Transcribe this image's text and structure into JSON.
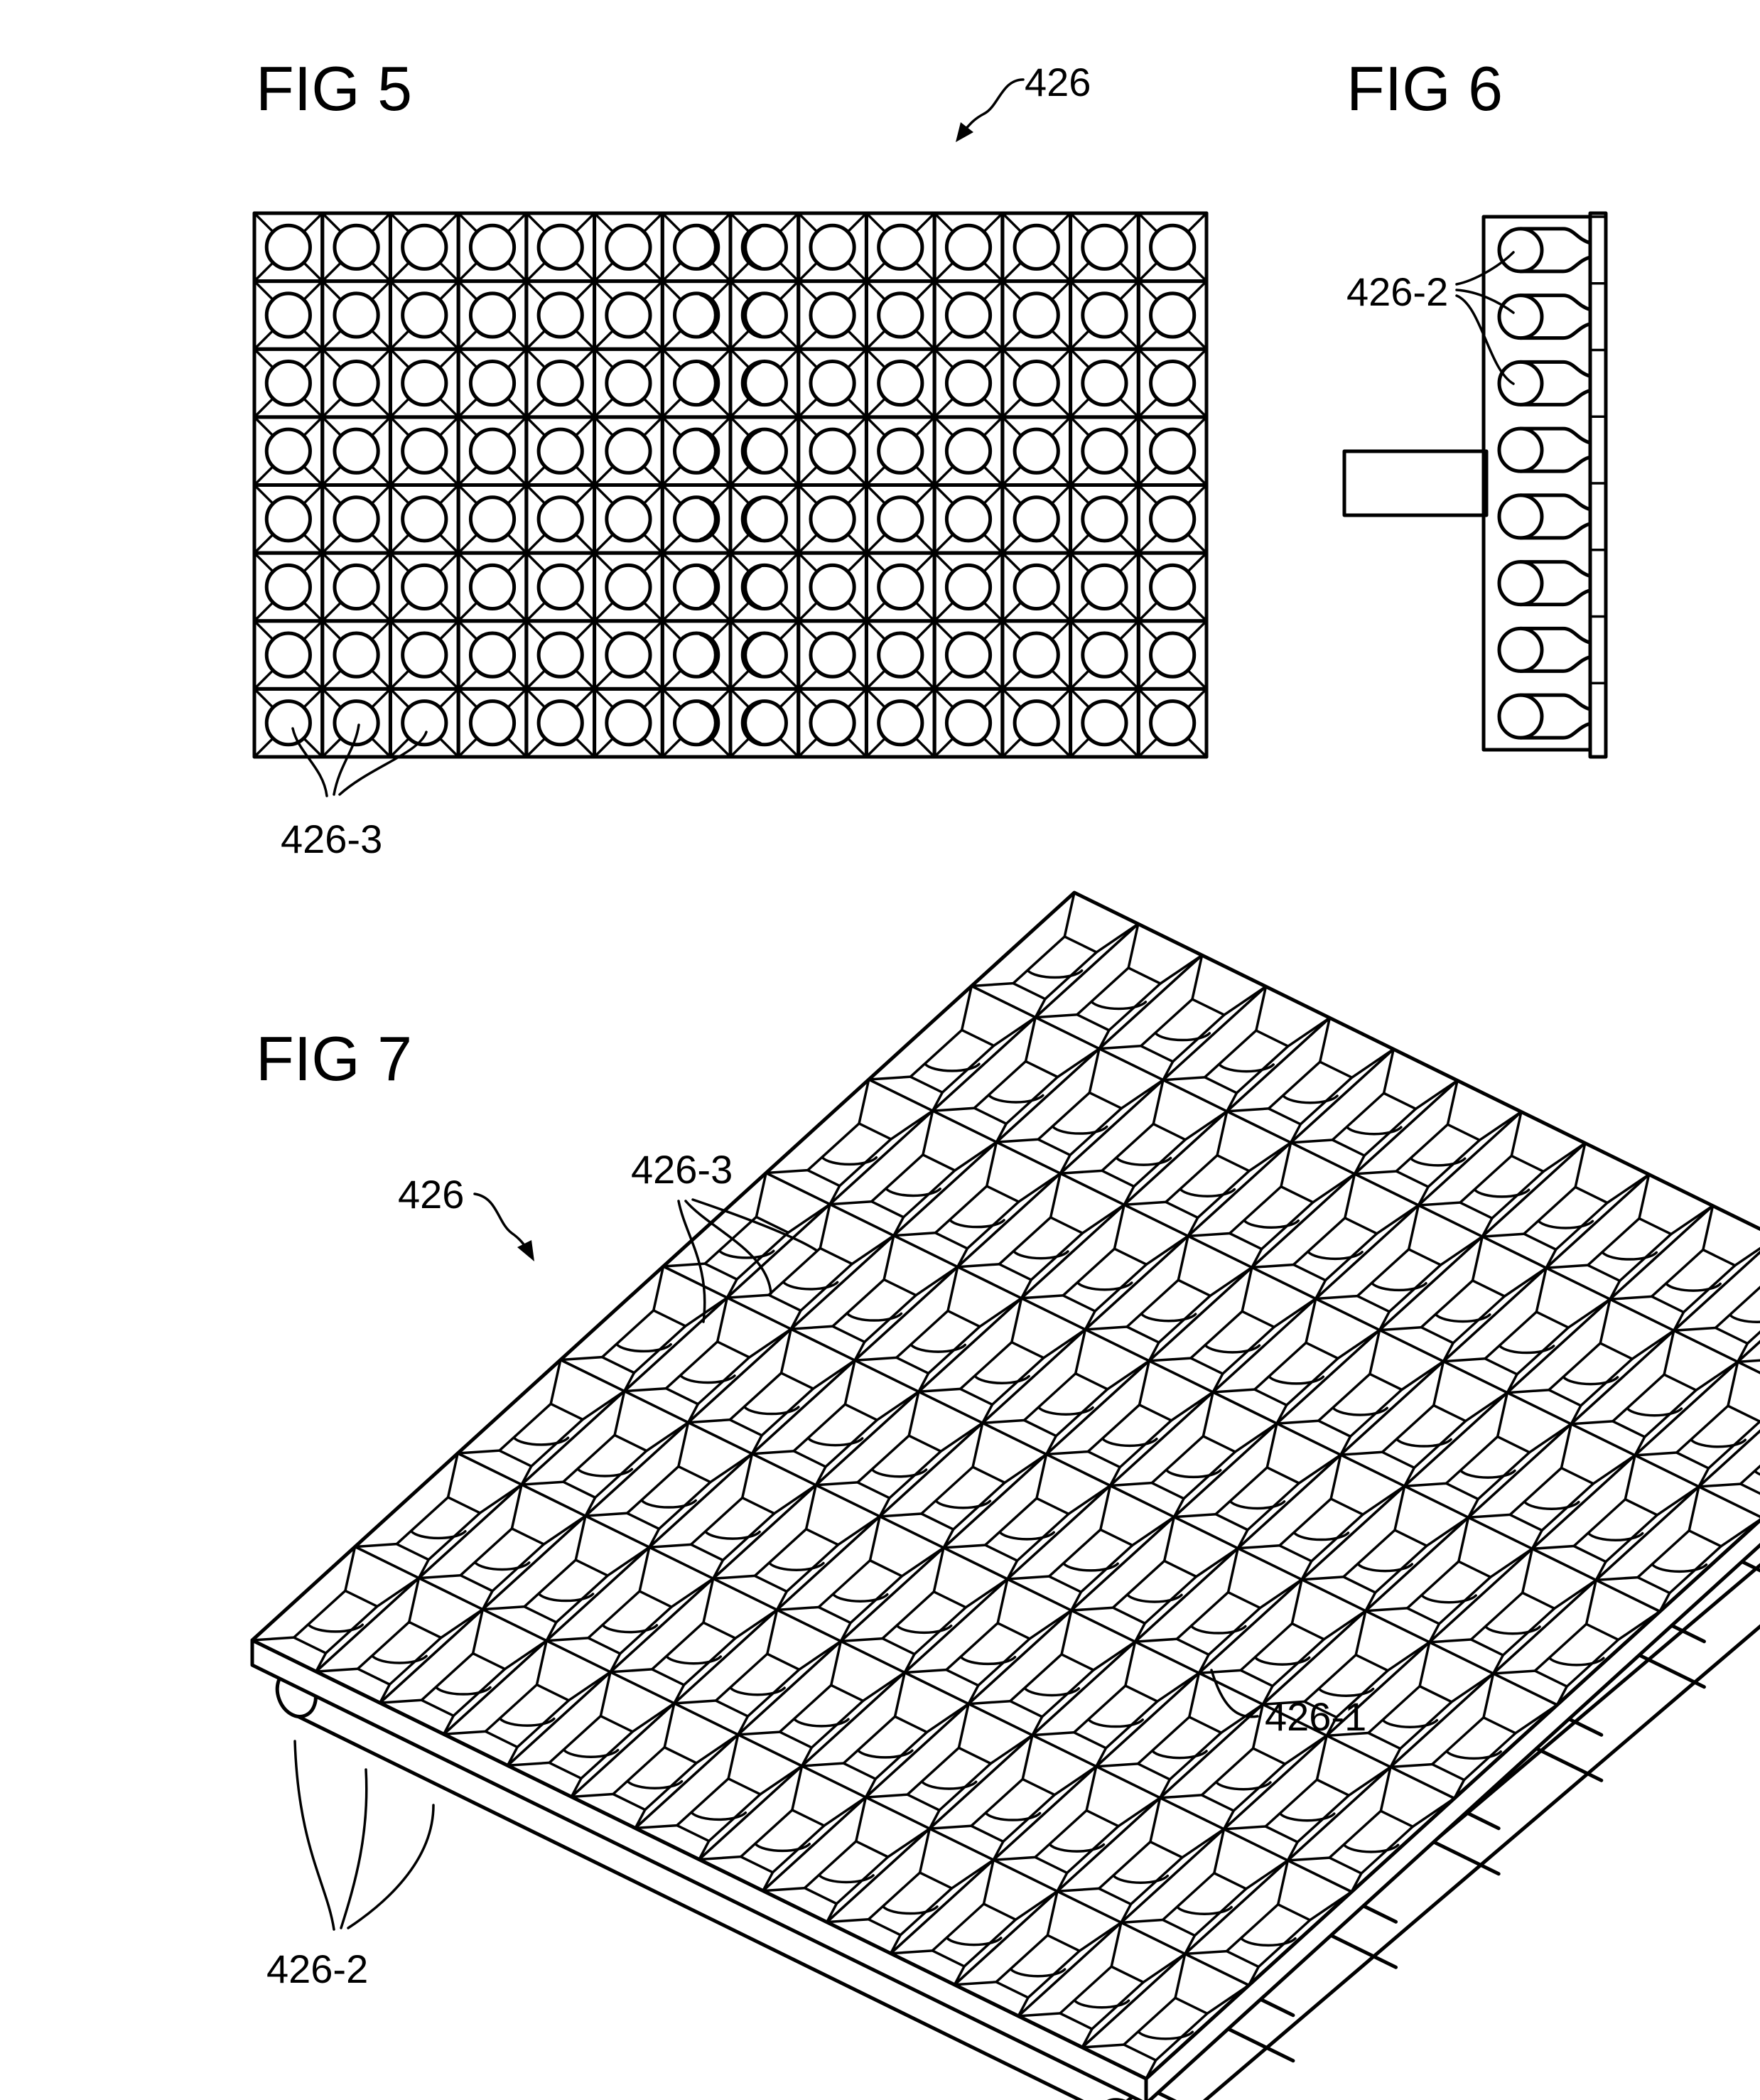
{
  "figures": {
    "fig5": {
      "title": "FIG 5",
      "ref_main": "426",
      "ref_cells": "426-3",
      "rows": 8,
      "cols": 14
    },
    "fig6": {
      "title": "FIG 6",
      "ref_pipes": "426-2",
      "rows": 8
    },
    "fig7": {
      "title": "FIG 7",
      "ref_main": "426",
      "ref_cells": "426-3",
      "ref_header": "426-1",
      "ref_pipes": "426-2",
      "grid_rows": 8,
      "grid_cols": 14
    }
  }
}
